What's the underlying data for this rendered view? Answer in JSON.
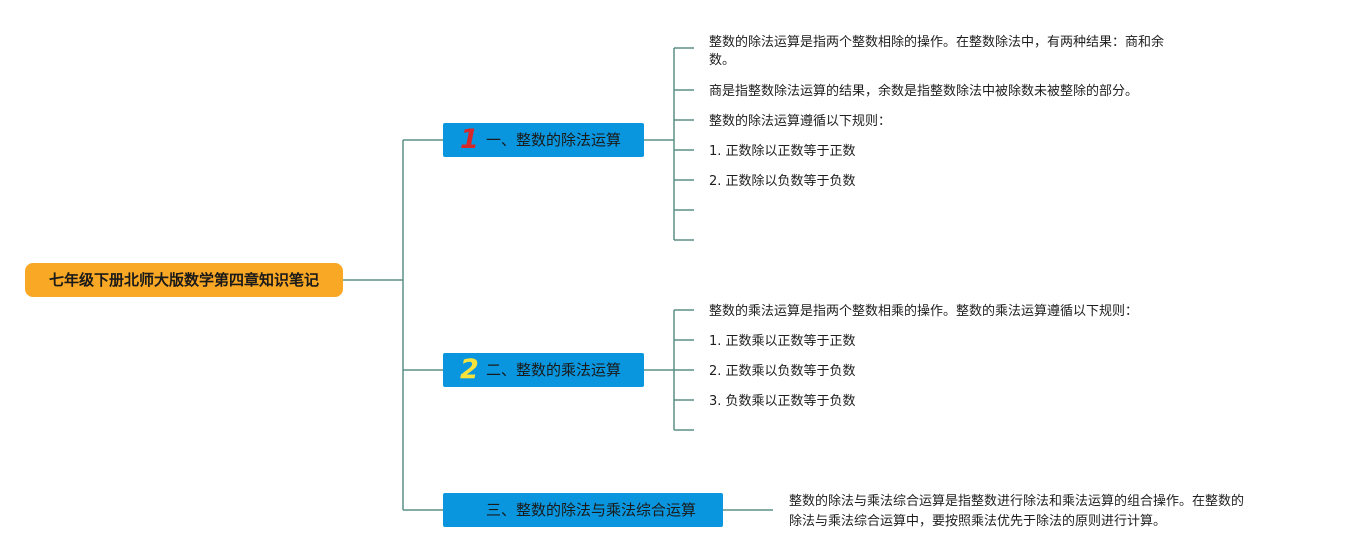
{
  "colors": {
    "line": "#5b8f86",
    "root_bg": "#f9a825",
    "branch_bg": "#0a96de",
    "badge_1": "#d62828",
    "badge_2": "#f7e33b"
  },
  "root": {
    "title": "七年级下册北师大版数学第四章知识笔记"
  },
  "branches": [
    {
      "badge": "1",
      "label": "一、整数的除法运算",
      "notes": [
        "整数的除法运算是指两个整数相除的操作。在整数除法中，有两种结果：商和余",
        "数。",
        "商是指整数除法运算的结果，余数是指整数除法中被除数未被整除的部分。",
        "整数的除法运算遵循以下规则：",
        "1. 正数除以正数等于正数",
        "2. 正数除以负数等于负数",
        "",
        ""
      ]
    },
    {
      "badge": "2",
      "label": "二、整数的乘法运算",
      "notes": [
        "整数的乘法运算是指两个整数相乘的操作。整数的乘法运算遵循以下规则：",
        "1. 正数乘以正数等于正数",
        "2. 正数乘以负数等于负数",
        "3. 负数乘以正数等于负数",
        ""
      ]
    },
    {
      "badge": "",
      "label": "三、整数的除法与乘法综合运算",
      "notes": [
        "整数的除法与乘法综合运算是指整数进行除法和乘法运算的组合操作。在整数的",
        "除法与乘法综合运算中，要按照乘法优先于除法的原则进行计算。"
      ]
    }
  ]
}
